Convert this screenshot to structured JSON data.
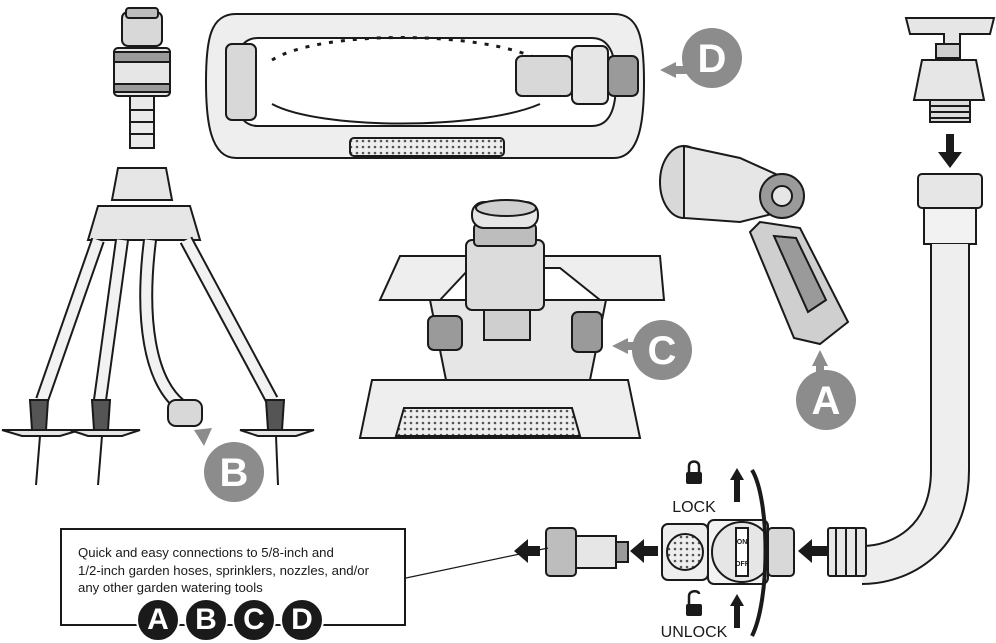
{
  "callouts": {
    "a": "A",
    "b": "B",
    "c": "C",
    "d": "D"
  },
  "connector": {
    "lock_label": "LOCK",
    "unlock_label": "UNLOCK",
    "on_label": "ON",
    "off_label": "OFF"
  },
  "info_box": {
    "lines": [
      "Quick and easy connections to 5/8-inch and",
      "1/2-inch garden hoses, sprinklers, nozzles, and/or",
      "any other garden watering tools"
    ],
    "badges": [
      "A",
      "B",
      "C",
      "D"
    ]
  },
  "icons": {
    "lock": "lock-closed-icon",
    "unlock": "lock-open-icon"
  },
  "colors": {
    "line": "#1a1a1a",
    "callout_fill": "#8c8c8c",
    "part_fill": "#e6e6e6",
    "part_dark": "#9a9a9a"
  }
}
